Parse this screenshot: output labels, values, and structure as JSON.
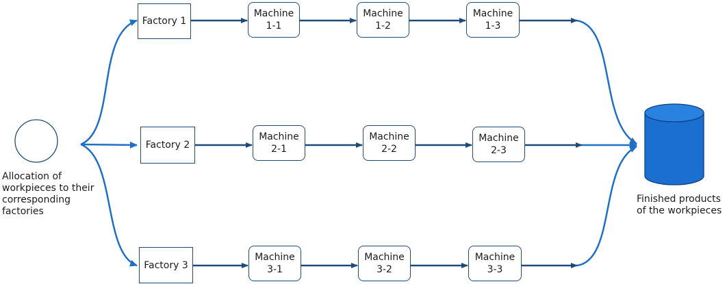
{
  "source": {
    "label_lines": [
      "Allocation of",
      "workpieces to their",
      "corresponding",
      "factories"
    ]
  },
  "sink": {
    "label_lines": [
      "Finished products",
      "of the workpieces"
    ]
  },
  "rows": [
    {
      "factory": "Factory 1",
      "machines": [
        {
          "l1": "Machine",
          "l2": "1-1"
        },
        {
          "l1": "Machine",
          "l2": "1-2"
        },
        {
          "l1": "Machine",
          "l2": "1-3"
        }
      ]
    },
    {
      "factory": "Factory 2",
      "machines": [
        {
          "l1": "Machine",
          "l2": "2-1"
        },
        {
          "l1": "Machine",
          "l2": "2-2"
        },
        {
          "l1": "Machine",
          "l2": "2-3"
        }
      ]
    },
    {
      "factory": "Factory 3",
      "machines": [
        {
          "l1": "Machine",
          "l2": "3-1"
        },
        {
          "l1": "Machine",
          "l2": "3-2"
        },
        {
          "l1": "Machine",
          "l2": "3-3"
        }
      ]
    }
  ],
  "colors": {
    "line": "#1e4a7a",
    "curve": "#1f6fc5",
    "cylinder_fill": "#1a6fd1",
    "cylinder_stroke": "#0f3f7a"
  }
}
